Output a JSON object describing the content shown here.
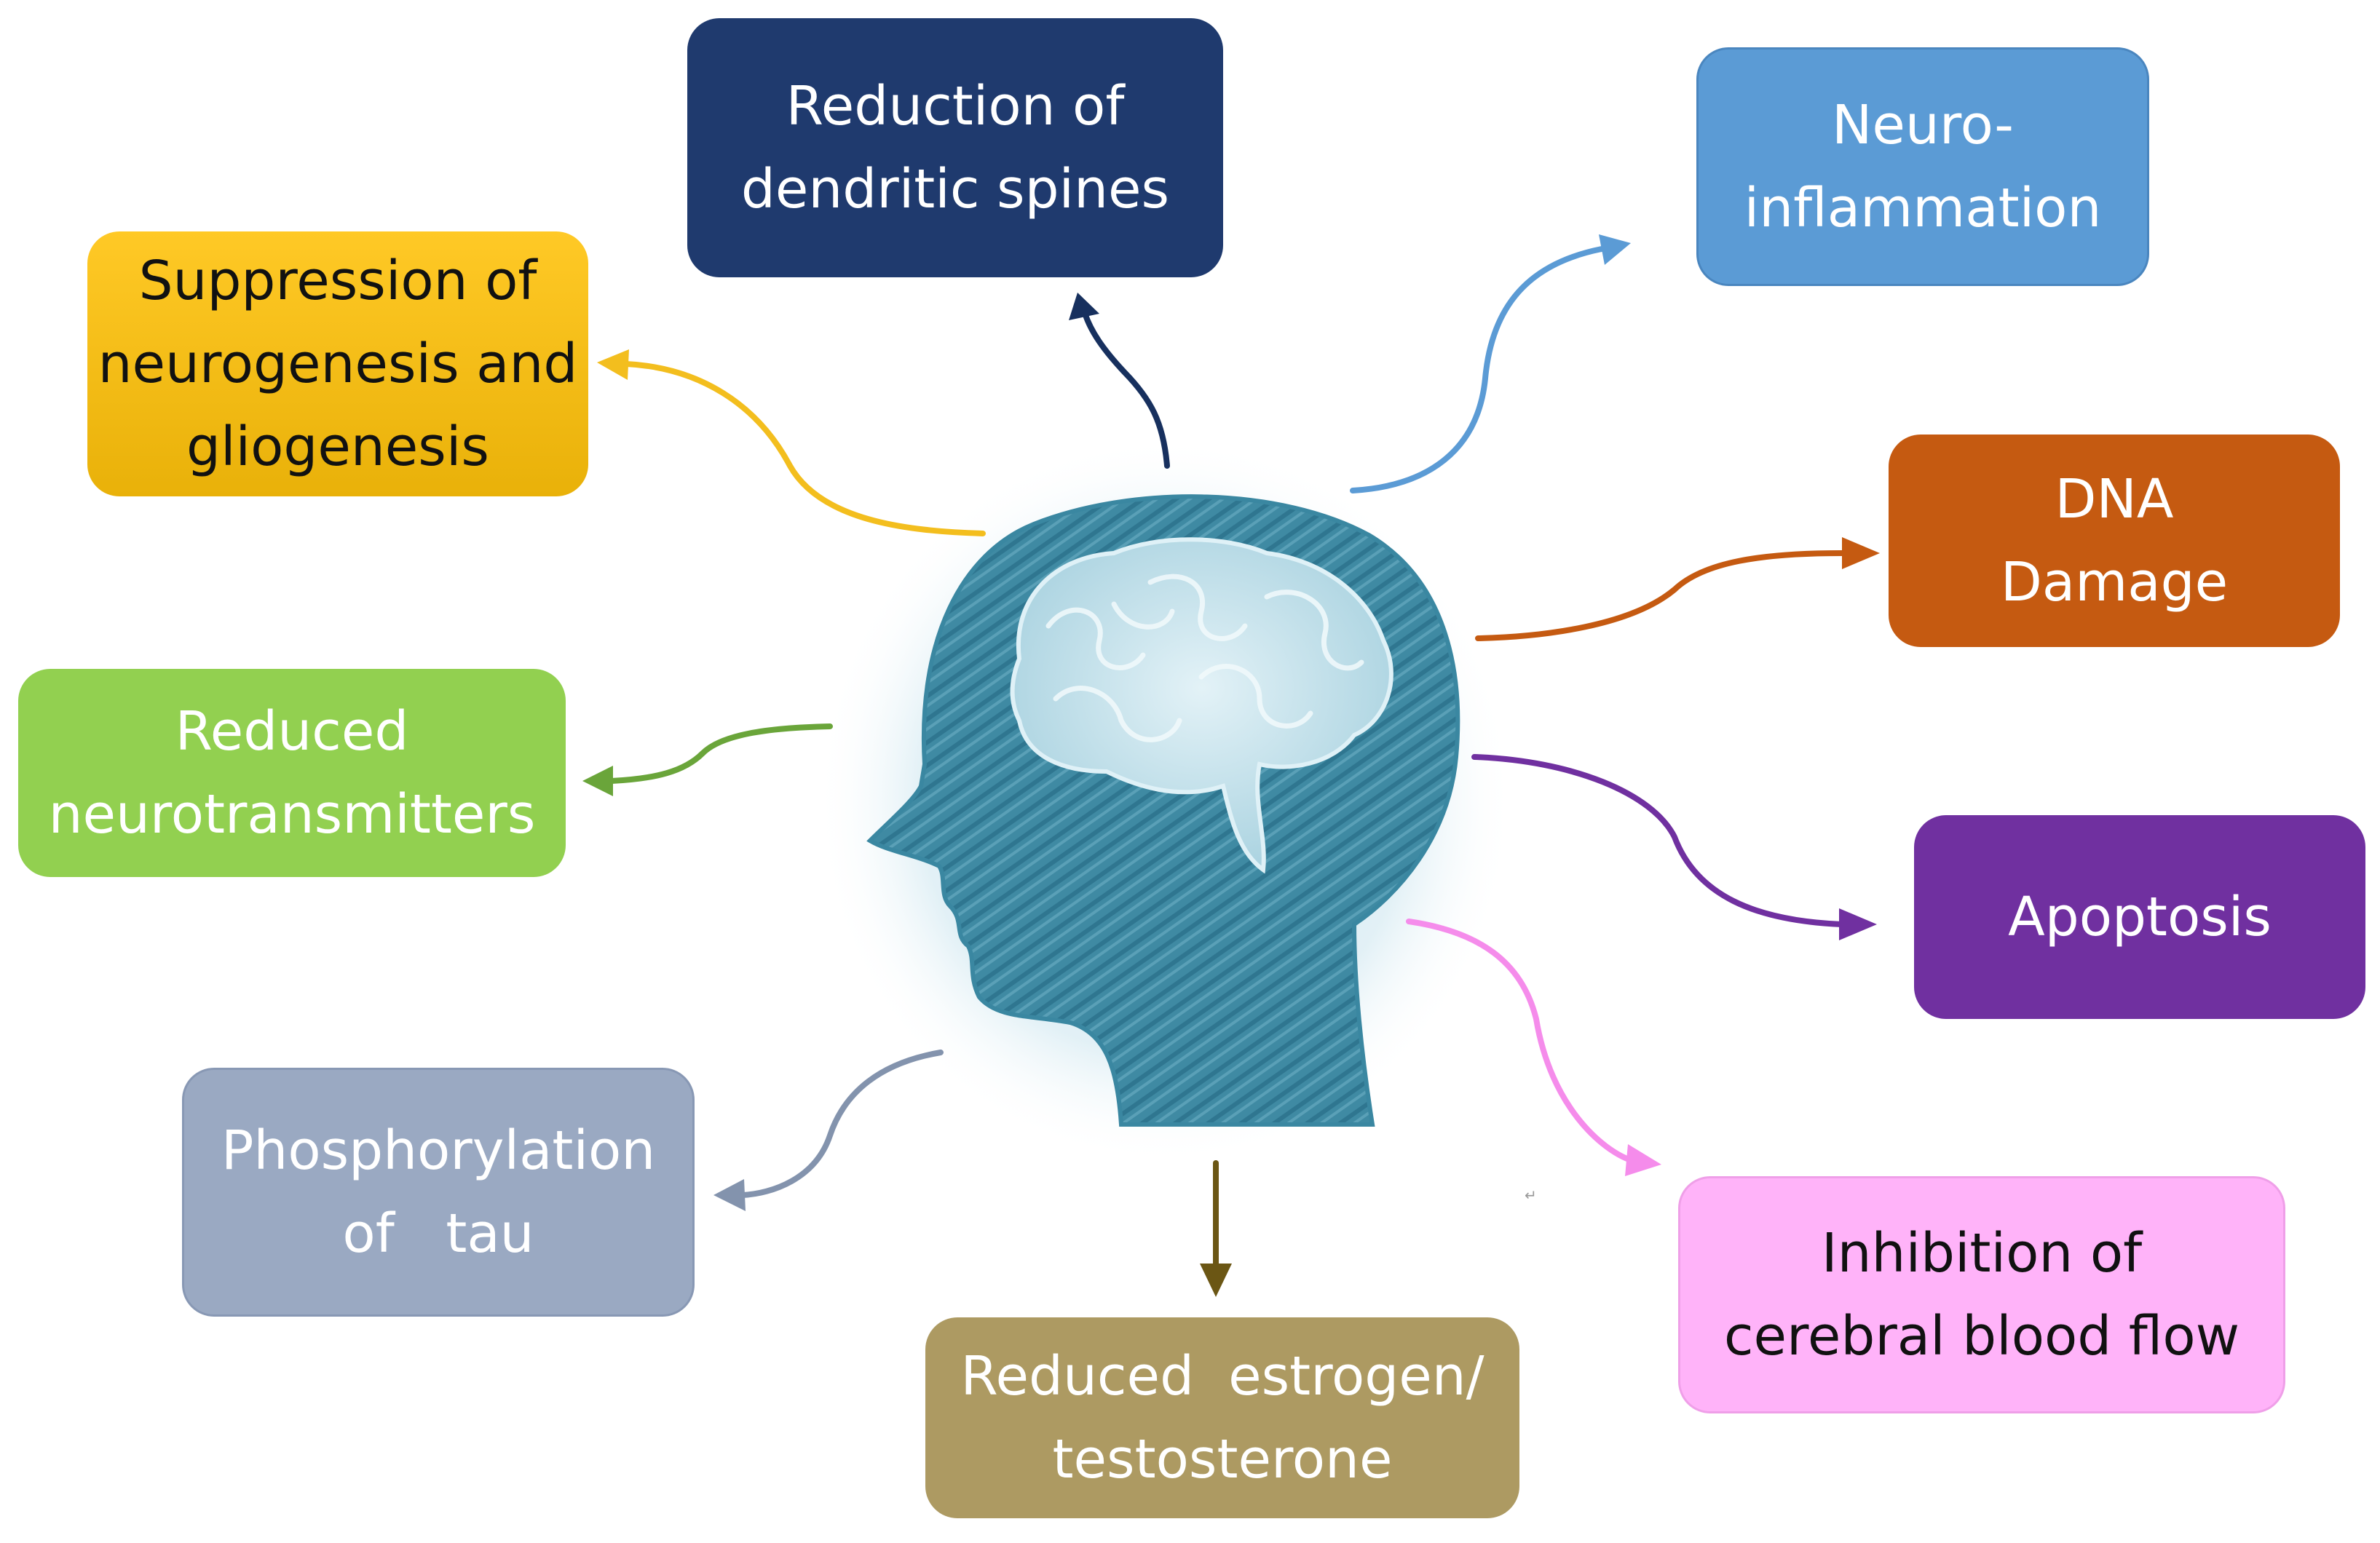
{
  "diagram": {
    "center_image": "head-with-brain-icon",
    "effects": [
      {
        "id": "dendritic",
        "label": "Reduction of\ndendritic spines",
        "color": "#1f3a6e",
        "arrow_color": "#17305e"
      },
      {
        "id": "neuroinflammation",
        "label": "Neuro-\ninflammation",
        "color": "#5b9bd5",
        "arrow_color": "#5b9bd5"
      },
      {
        "id": "suppression",
        "label": "Suppression of\nneurogenesis and\ngliogenesis",
        "color": "#ffc000",
        "arrow_color": "#f3be1e"
      },
      {
        "id": "dna",
        "label": "DNA\nDamage",
        "color": "#c55a11",
        "arrow_color": "#c55a11"
      },
      {
        "id": "neurotransmitters",
        "label": "Reduced\nneurotransmitters",
        "color": "#92d050",
        "arrow_color": "#6aa53a"
      },
      {
        "id": "apoptosis",
        "label": "Apoptosis",
        "color": "#7030a0",
        "arrow_color": "#7030a0"
      },
      {
        "id": "tau",
        "label": "Phosphorylation\nof   tau",
        "color": "#9aa9c2",
        "arrow_color": "#8393ad"
      },
      {
        "id": "cerebral",
        "label": "Inhibition of\ncerebral blood flow",
        "color": "#ffb3f9",
        "arrow_color": "#f58ceb"
      },
      {
        "id": "hormones",
        "label": "Reduced  estrogen/\ntestosterone",
        "color": "#ad9a62",
        "arrow_color": "#6b5614"
      }
    ],
    "stray_mark": "↵"
  }
}
